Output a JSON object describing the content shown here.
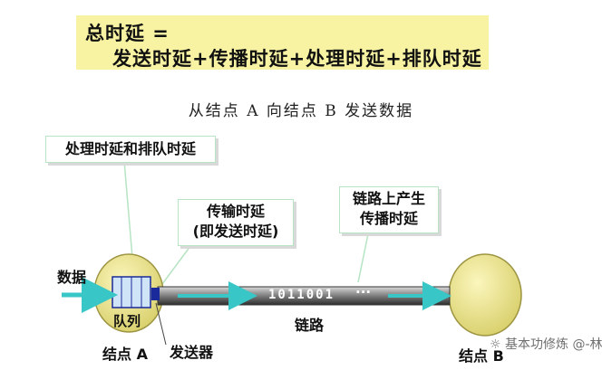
{
  "formula": {
    "line1": "总时延 =",
    "line2": "发送时延+传播时延+处理时延+排队时延"
  },
  "subtitle": "从结点 A 向结点 B 发送数据",
  "callouts": {
    "processing_queueing": "处理时延和排队时延",
    "transmission_1": "传输时延",
    "transmission_2": "(即发送时延)",
    "propagation_1": "链路上产生",
    "propagation_2": "传播时延"
  },
  "labels": {
    "data": "数据",
    "queue": "队列",
    "node_a": "结点 A",
    "sender": "发送器",
    "link": "链路",
    "bits": "1011001",
    "dots": "···",
    "node_b": "结点 B"
  },
  "watermark": "基本功修炼 @-林泽宇",
  "colors": {
    "formula_bg": "#f8f3a3",
    "node": "#e8e18a",
    "arrow": "#38c6c6",
    "sender": "#1b2a9a",
    "callout_border": "#b7e4c3"
  }
}
